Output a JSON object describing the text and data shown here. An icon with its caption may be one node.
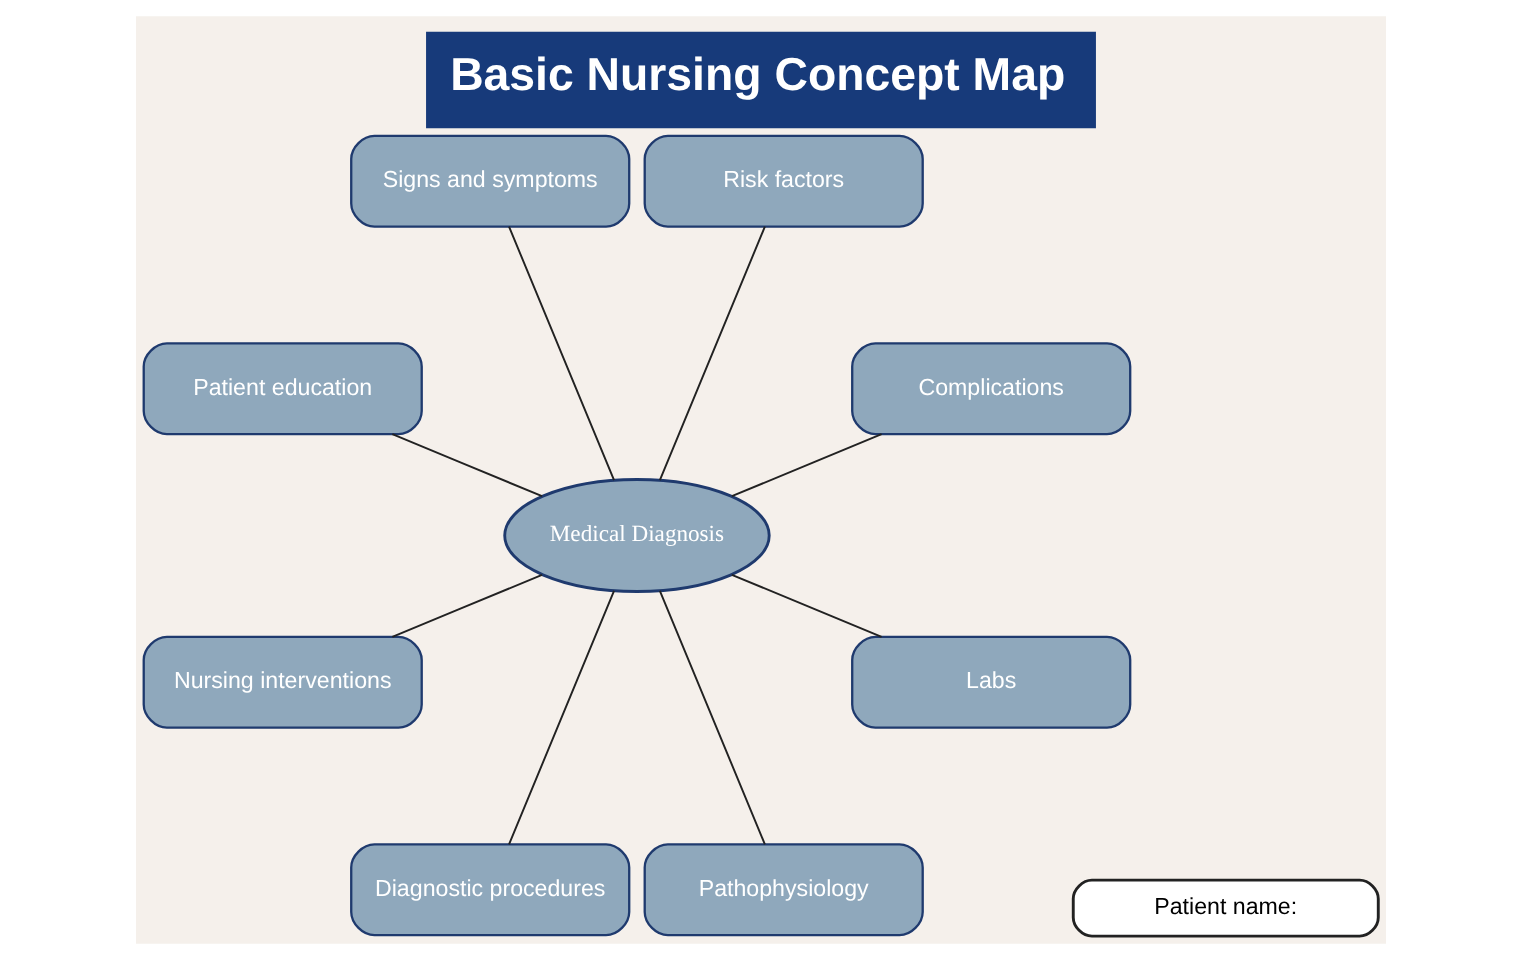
{
  "diagram": {
    "title": "Basic Nursing Concept Map",
    "nodes": [
      {
        "text": [
          "Medical Diagnosis"
        ]
      },
      {
        "text": [
          "Complications"
        ]
      },
      {
        "text": [
          "Risk factors"
        ]
      },
      {
        "text": [
          "Signs and symptoms"
        ]
      },
      {
        "text": [
          "Patient education"
        ]
      },
      {
        "text": [
          "Nursing interventions"
        ]
      },
      {
        "text": [
          "Diagnostic procedures"
        ]
      },
      {
        "text": [
          "Pathophysiology"
        ]
      },
      {
        "text": [
          "Labs"
        ]
      },
      {
        "text": [
          "Patient name:"
        ]
      }
    ],
    "edges": [
      {
        "from": 0,
        "to": 1,
        "arrow": "none"
      },
      {
        "from": 0,
        "to": 2,
        "arrow": "none"
      },
      {
        "from": 0,
        "to": 3,
        "arrow": "none"
      },
      {
        "from": 0,
        "to": 4,
        "arrow": "none"
      },
      {
        "from": 0,
        "to": 5,
        "arrow": "none"
      },
      {
        "from": 0,
        "to": 6,
        "arrow": "none"
      },
      {
        "from": 0,
        "to": 7,
        "arrow": "none"
      },
      {
        "from": 0,
        "to": 8,
        "arrow": "none"
      }
    ]
  }
}
